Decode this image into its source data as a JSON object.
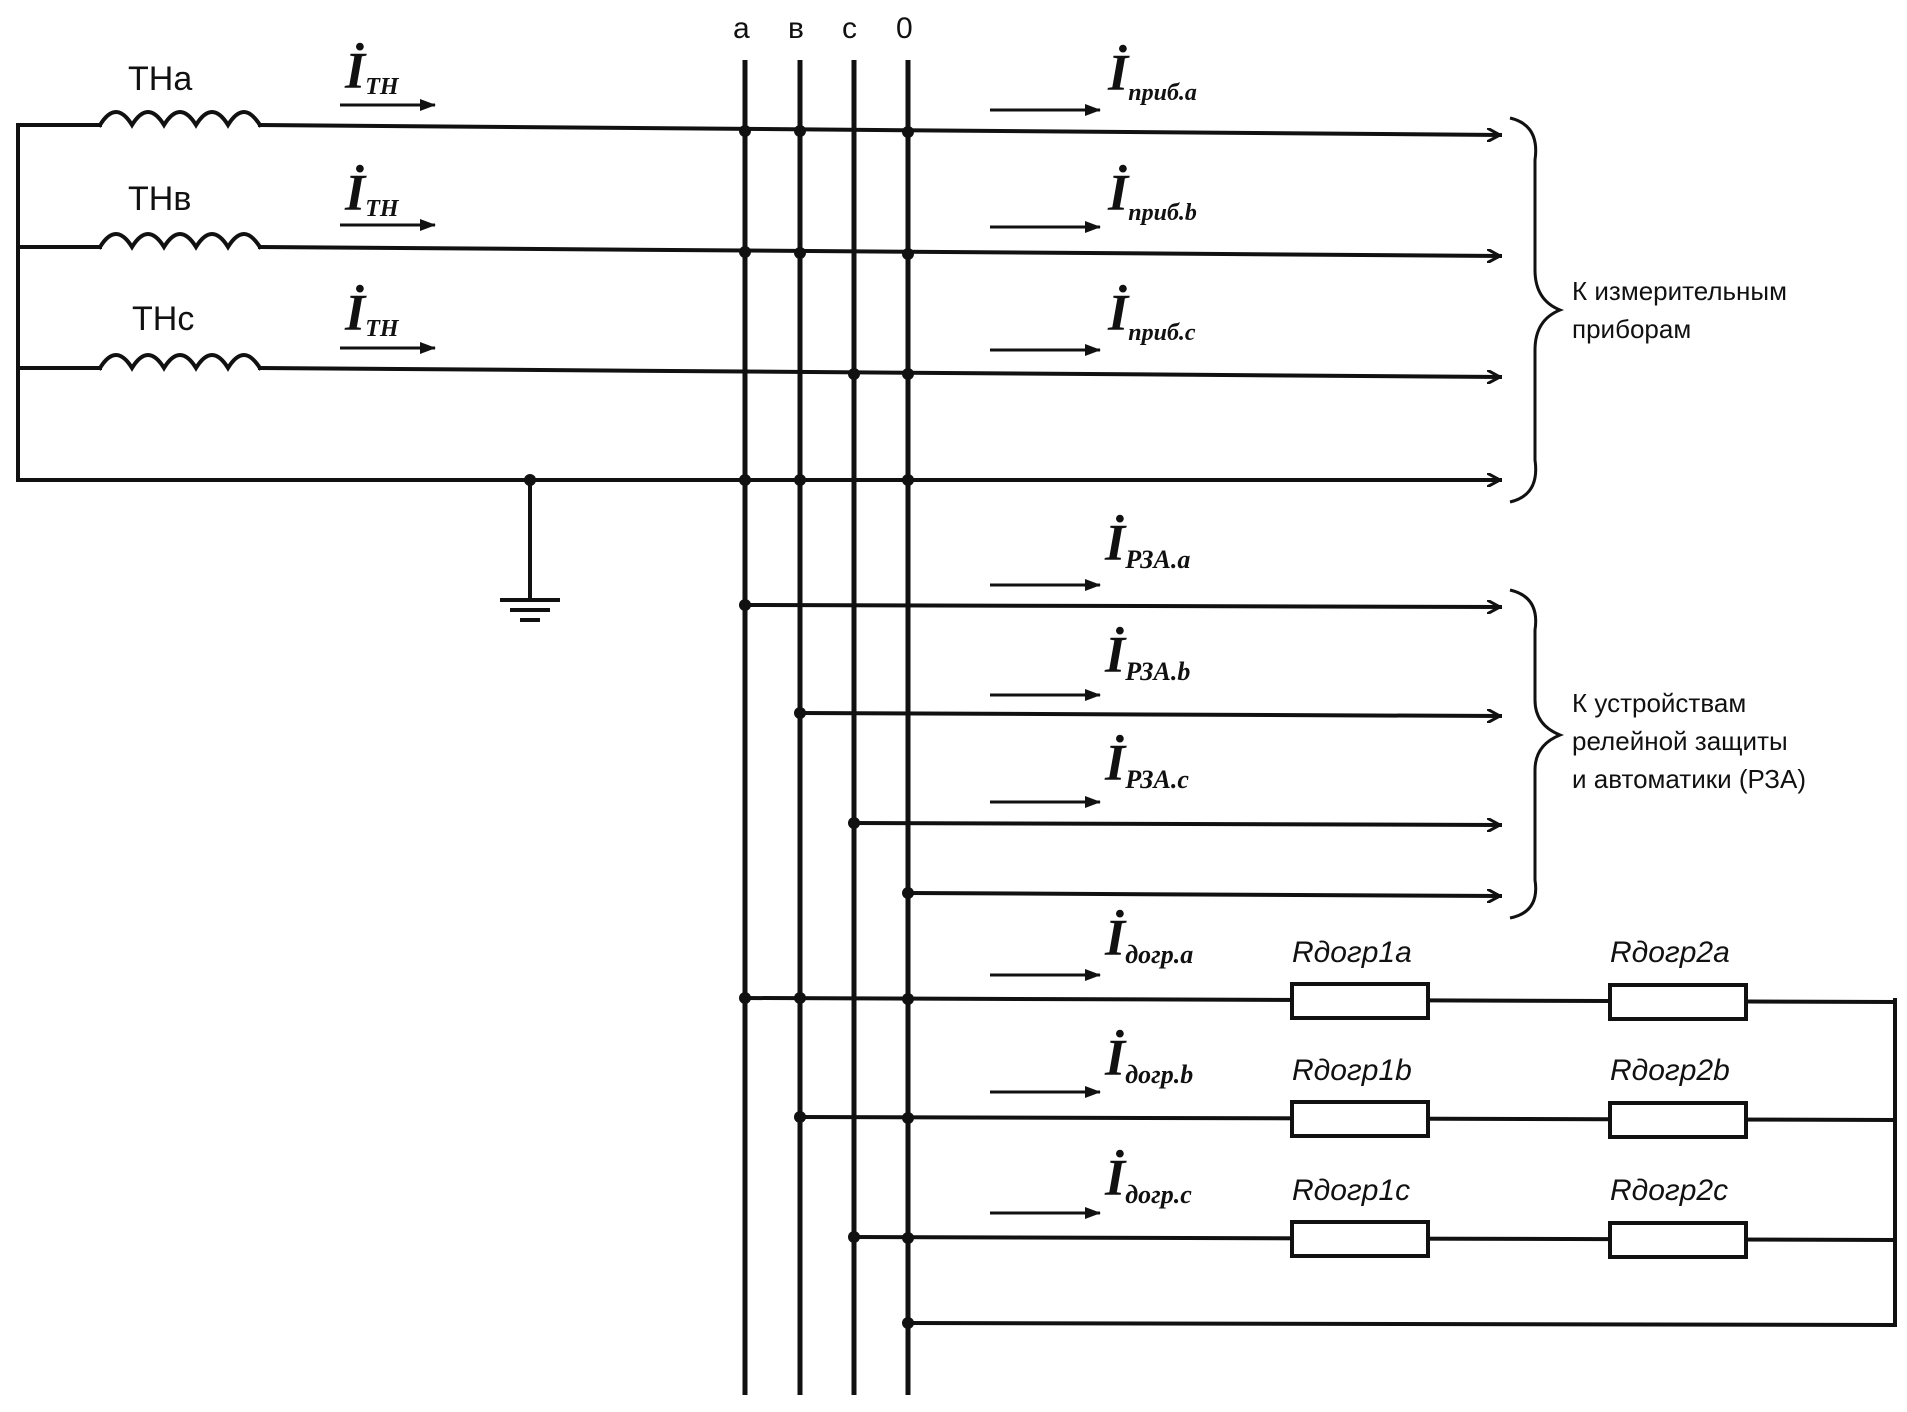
{
  "colors": {
    "ink": "#111111",
    "background": "#ffffff"
  },
  "transformers": [
    "THa",
    "THв",
    "THc"
  ],
  "bus_labels": [
    "а",
    "в",
    "с",
    "0"
  ],
  "currents_tn": [
    {
      "main": "İ",
      "sub": "TH"
    },
    {
      "main": "İ",
      "sub": "TH"
    },
    {
      "main": "İ",
      "sub": "TH"
    }
  ],
  "currents_meter": [
    {
      "main": "İ",
      "sub": "приб.а"
    },
    {
      "main": "İ",
      "sub": "приб.b"
    },
    {
      "main": "İ",
      "sub": "приб.c"
    }
  ],
  "currents_rza": [
    {
      "main": "İ",
      "sub": "РЗА.а"
    },
    {
      "main": "İ",
      "sub": "РЗА.b"
    },
    {
      "main": "İ",
      "sub": "РЗА.c"
    }
  ],
  "currents_load": [
    {
      "main": "İ",
      "sub": "догр.а"
    },
    {
      "main": "İ",
      "sub": "догр.b"
    },
    {
      "main": "İ",
      "sub": "догр.c"
    }
  ],
  "resistors_1": [
    "Rдогр1а",
    "Rдогр1b",
    "Rдогр1c"
  ],
  "resistors_2": [
    "Rдогр2а",
    "Rдогр2b",
    "Rдогр2c"
  ],
  "group_meters": [
    "К измерительным",
    "приборам"
  ],
  "group_rza": [
    "К устройствам",
    "релейной защиты",
    "и автоматики (РЗА)"
  ]
}
